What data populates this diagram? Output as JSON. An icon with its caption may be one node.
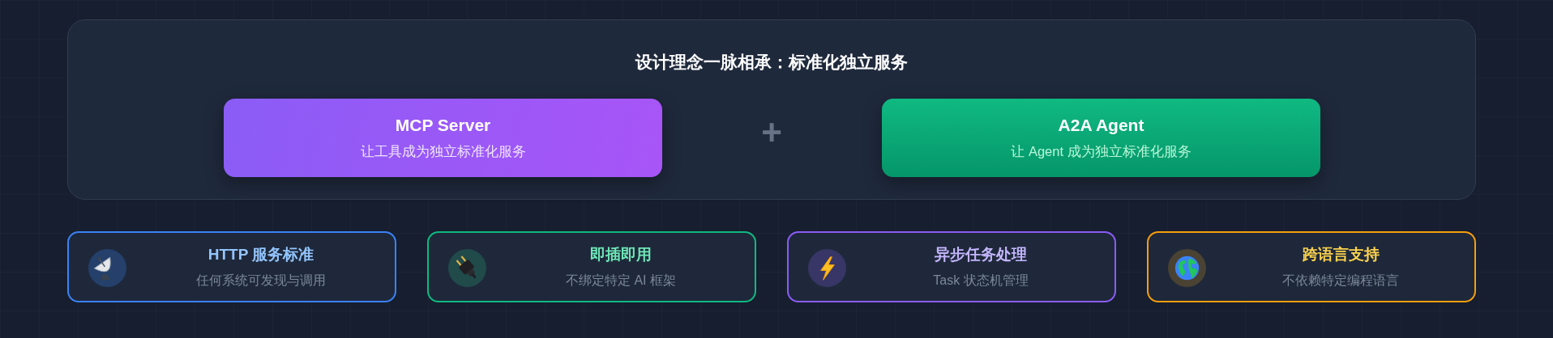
{
  "diagram": {
    "nodes": [
      {
        "text": [
          "设计理念一脉相承：标准化独立服务"
        ]
      },
      {
        "text": [
          "MCP Server",
          "让工具成为独立标准化服务"
        ],
        "in": 0
      },
      {
        "text": [
          "A2A Agent",
          "让 Agent 成为独立标准化服务"
        ],
        "in": 0
      },
      {
        "text": [
          "HTTP 服务标准",
          "任何系统可发现与调用"
        ]
      },
      {
        "text": [
          "即插即用",
          "不绑定特定 AI 框架"
        ]
      },
      {
        "text": [
          "异步任务处理",
          "Task 状态机管理"
        ]
      },
      {
        "text": [
          "跨语言支持",
          "不依赖特定编程语言"
        ]
      }
    ],
    "labels": [
      "+"
    ]
  }
}
